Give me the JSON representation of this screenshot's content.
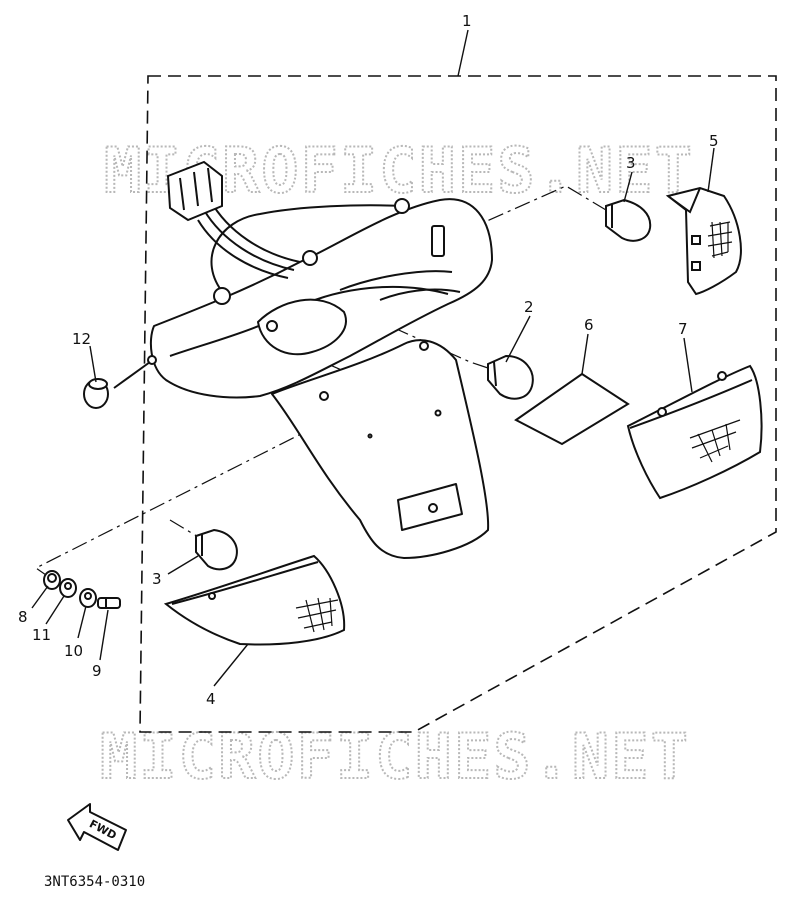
{
  "watermark": {
    "text": "MICROFICHES.NET"
  },
  "callouts": {
    "c1": "1",
    "c2": "2",
    "c3a": "3",
    "c3b": "3",
    "c4": "4",
    "c5": "5",
    "c6": "6",
    "c7": "7",
    "c8": "8",
    "c9": "9",
    "c10": "10",
    "c11": "11",
    "c12": "12"
  },
  "fwd_label": "FWD",
  "diagram_code": "3NT6354-0310",
  "colors": {
    "ink": "#111111",
    "paper": "#ffffff",
    "watermark": "#b8b8b8"
  }
}
